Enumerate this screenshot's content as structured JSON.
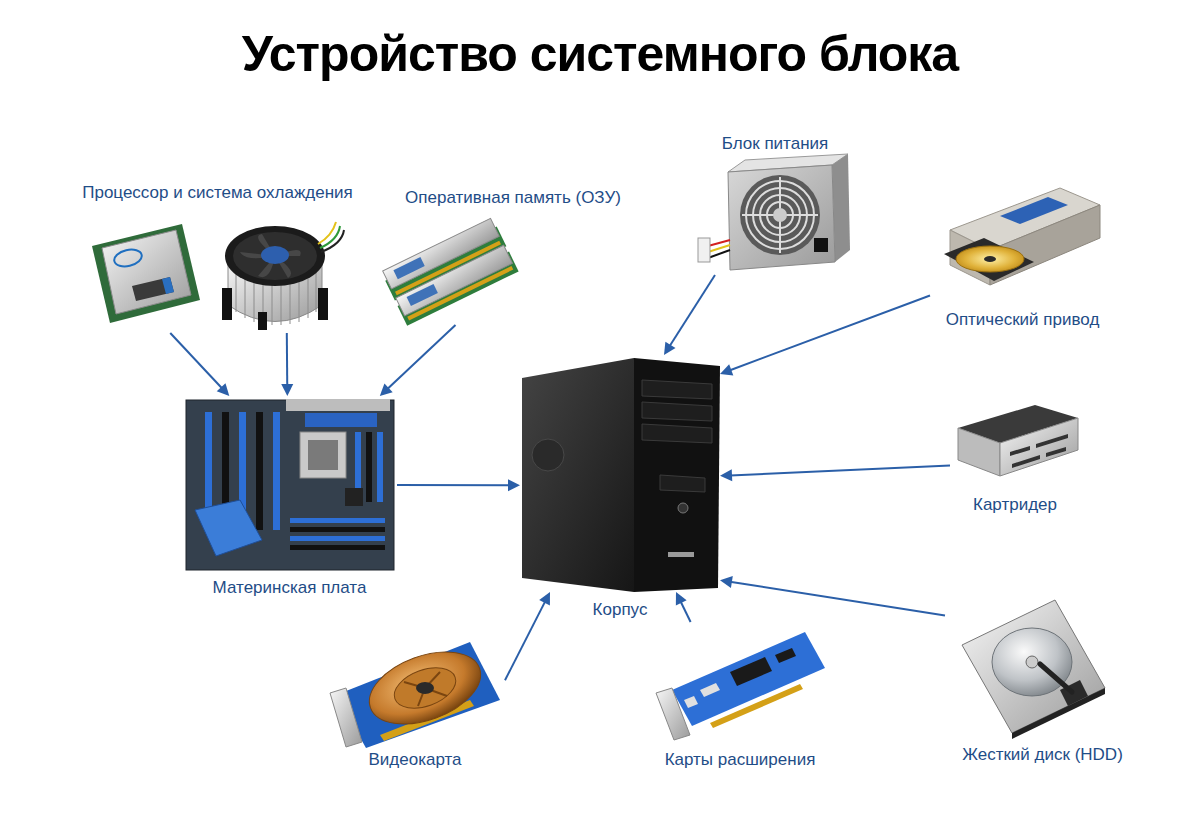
{
  "diagram": {
    "title": "Устройство системного блока",
    "nodes": [
      {
        "text": [
          "Процессор и система охлаждения"
        ]
      },
      {
        "text": [
          "Оперативная память (ОЗУ)"
        ]
      },
      {
        "text": [
          "Блок питания"
        ]
      },
      {
        "text": [
          "Оптический привод"
        ]
      },
      {
        "text": [
          "Материнская плата"
        ]
      },
      {
        "text": [
          "Корпус"
        ]
      },
      {
        "text": [
          "Картридер"
        ]
      },
      {
        "text": [
          "Видеокарта"
        ]
      },
      {
        "text": [
          "Карты расширения"
        ]
      },
      {
        "text": [
          "Жесткий диск (HDD)"
        ]
      }
    ],
    "edges": [
      {
        "from": 0,
        "to": 4,
        "arrow": "to"
      },
      {
        "from": 0,
        "to": 4,
        "arrow": "to"
      },
      {
        "from": 1,
        "to": 4,
        "arrow": "to"
      },
      {
        "from": 4,
        "to": 5,
        "arrow": "to"
      },
      {
        "from": 2,
        "to": 5,
        "arrow": "to"
      },
      {
        "from": 3,
        "to": 5,
        "arrow": "to"
      },
      {
        "from": 6,
        "to": 5,
        "arrow": "to"
      },
      {
        "from": 9,
        "to": 5,
        "arrow": "to"
      },
      {
        "from": 7,
        "to": 5,
        "arrow": "to"
      },
      {
        "from": 8,
        "to": 5,
        "arrow": "to"
      }
    ]
  }
}
